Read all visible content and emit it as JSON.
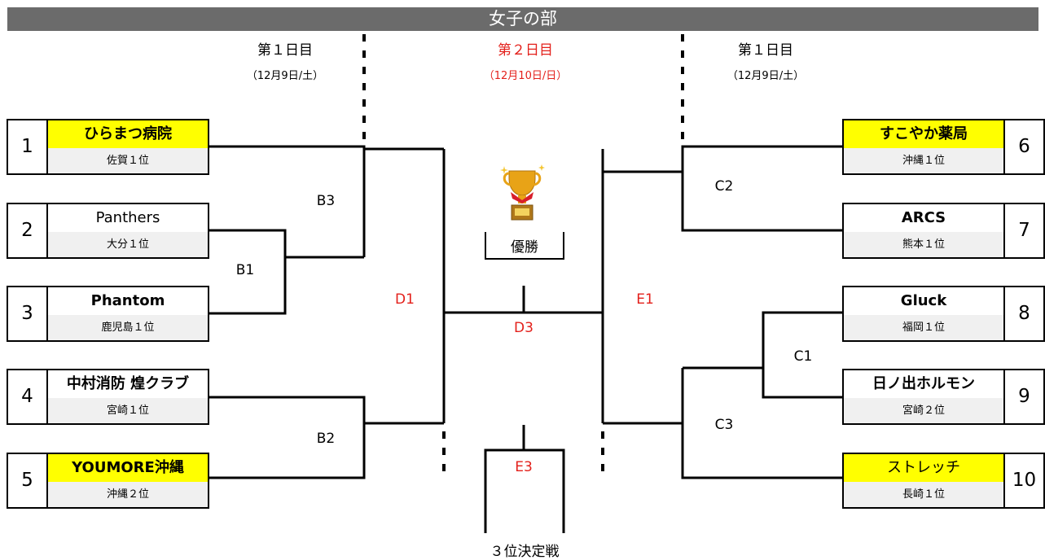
{
  "title": "女子の部",
  "columns": {
    "left": {
      "day": "第１日目",
      "date": "（12月9日/土）"
    },
    "center": {
      "day": "第２日目",
      "date": "（12月10日/日）"
    },
    "right": {
      "day": "第１日目",
      "date": "（12月9日/土）"
    }
  },
  "teams": [
    {
      "seed": "1",
      "name": "ひらまつ病院",
      "pref": "佐賀１位",
      "highlight": true
    },
    {
      "seed": "2",
      "name": "Panthers",
      "pref": "大分１位",
      "highlight": false
    },
    {
      "seed": "3",
      "name": "Phantom",
      "pref": "鹿児島１位",
      "highlight": false
    },
    {
      "seed": "4",
      "name": "中村消防 煌クラブ",
      "pref": "宮崎１位",
      "highlight": false
    },
    {
      "seed": "5",
      "name": "YOUMORE沖縄",
      "pref": "沖縄２位",
      "highlight": true
    },
    {
      "seed": "6",
      "name": "すこやか薬局",
      "pref": "沖縄１位",
      "highlight": true
    },
    {
      "seed": "7",
      "name": "ARCS",
      "pref": "熊本１位",
      "highlight": false
    },
    {
      "seed": "8",
      "name": "Gluck",
      "pref": "福岡１位",
      "highlight": false
    },
    {
      "seed": "9",
      "name": "日ノ出ホルモン",
      "pref": "宮崎２位",
      "highlight": false
    },
    {
      "seed": "10",
      "name": "ストレッチ",
      "pref": "長崎１位",
      "highlight": true
    }
  ],
  "matches": {
    "B1": "B1",
    "B2": "B2",
    "B3": "B3",
    "C1": "C1",
    "C2": "C2",
    "C3": "C3",
    "D1": "D1",
    "E1": "E1",
    "D3": "D3",
    "E3": "E3"
  },
  "champion_label": "優勝",
  "third_place_label": "３位決定戦",
  "trophy_icon": "trophy-icon",
  "colors": {
    "accent_red": "#e3201b",
    "highlight": "#ffff00",
    "title_bg": "#6b6b6b"
  }
}
